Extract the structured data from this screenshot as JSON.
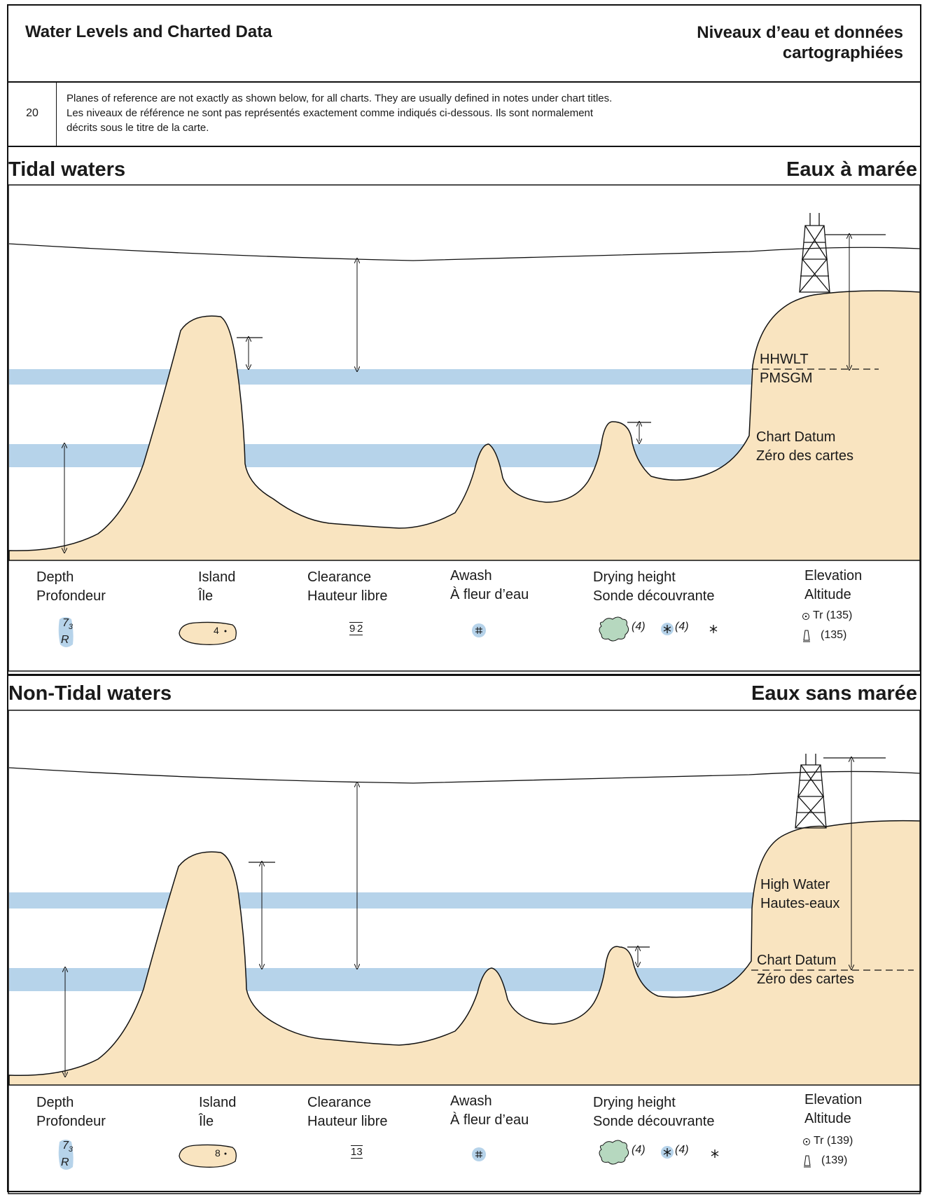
{
  "header": {
    "title_en": "Water Levels and Charted Data",
    "title_fr_line1": "Niveaux d’eau et données",
    "title_fr_line2": "cartographiées"
  },
  "note": {
    "number": "20",
    "line1": "Planes of reference are not exactly as shown below, for all charts. They are usually defined in notes under chart titles.",
    "line2": "Les niveaux de référence ne sont pas représentés exactement comme indiqués ci-dessous. Ils sont normalement",
    "line3": "décrits sous le titre de la carte."
  },
  "tidal": {
    "title_en": "Tidal waters",
    "title_fr": "Eaux à marée",
    "high_label_1": "HHWLT",
    "high_label_2": "PMSGM",
    "datum_label_1": "Chart Datum",
    "datum_label_2": "Zéro des cartes",
    "legend": {
      "depth": [
        "Depth",
        "Profondeur"
      ],
      "island": [
        "Island",
        "Île"
      ],
      "clearance": [
        "Clearance",
        "Hauteur libre"
      ],
      "awash": [
        "Awash",
        "À fleur d’eau"
      ],
      "drying": [
        "Drying height",
        "Sonde découvrante"
      ],
      "elevation": [
        "Elevation",
        "Altitude"
      ]
    },
    "symbols": {
      "depth_value": "7",
      "depth_sub": "3",
      "depth_r": "R",
      "island_value": "4",
      "clearance_value": "9",
      "clearance_sub": "2",
      "drying_value_1": "(4)",
      "drying_value_2": "(4)",
      "elevation_tr": "Tr  (135)",
      "elevation_tower": "(135)"
    }
  },
  "nontidal": {
    "title_en": "Non-Tidal waters",
    "title_fr": "Eaux sans marée",
    "high_label_1": "High Water",
    "high_label_2": "Hautes-eaux",
    "datum_label_1": "Chart Datum",
    "datum_label_2": "Zéro des cartes",
    "legend": {
      "depth": [
        "Depth",
        "Profondeur"
      ],
      "island": [
        "Island",
        "Île"
      ],
      "clearance": [
        "Clearance",
        "Hauteur libre"
      ],
      "awash": [
        "Awash",
        "À fleur d’eau"
      ],
      "drying": [
        "Drying height",
        "Sonde découvrante"
      ],
      "elevation": [
        "Elevation",
        "Altitude"
      ]
    },
    "symbols": {
      "depth_value": "7",
      "depth_sub": "3",
      "depth_r": "R",
      "island_value": "8",
      "clearance_value": "13",
      "drying_value_1": "(4)",
      "drying_value_2": "(4)",
      "elevation_tr": "Tr  (139)",
      "elevation_tower": "(139)"
    }
  },
  "colors": {
    "land": "#f9e4c0",
    "water_band": "#b6d3ea",
    "line": "#1a1a1a"
  }
}
